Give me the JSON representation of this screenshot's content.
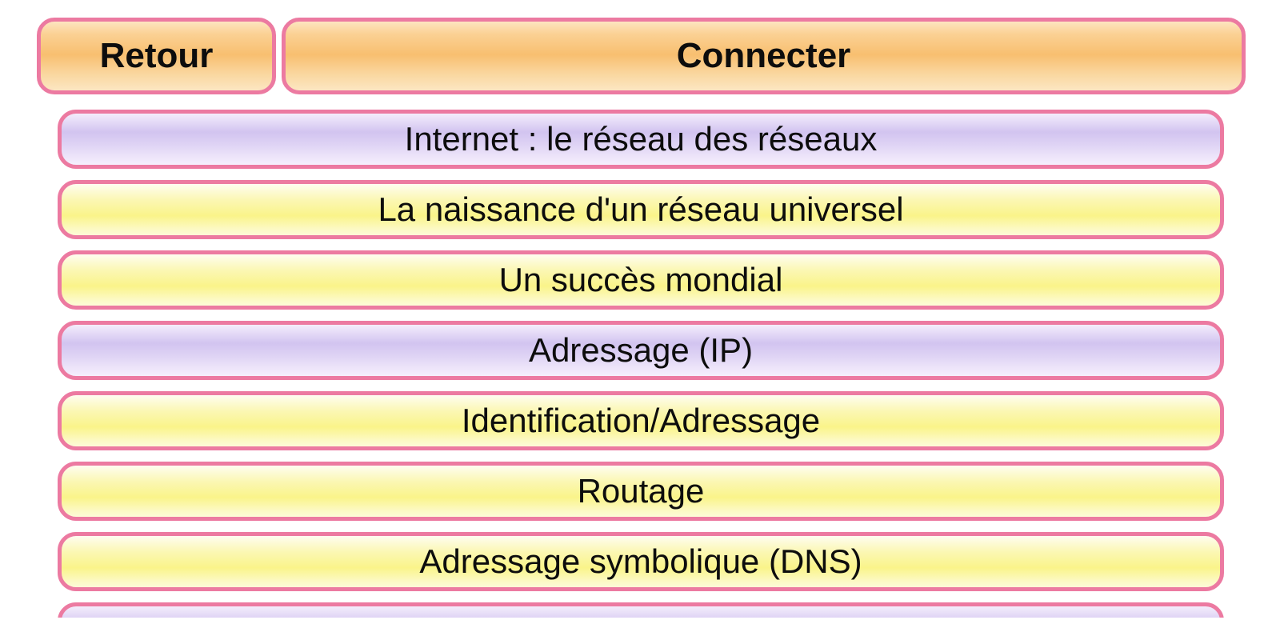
{
  "colors": {
    "border_pink": "#ec7aa1",
    "button_orange_mid": "#f8bf70",
    "item_purple_mid": "#d2c4f0",
    "item_yellow_mid": "#faf48a",
    "text": "#0d0d0d"
  },
  "toolbar": {
    "back_label": "Retour",
    "connect_label": "Connecter"
  },
  "menu": {
    "items": [
      {
        "label": "Internet : le réseau des réseaux",
        "variant": "purple"
      },
      {
        "label": "La naissance d'un réseau universel",
        "variant": "yellow"
      },
      {
        "label": "Un succès mondial",
        "variant": "yellow"
      },
      {
        "label": "Adressage (IP)",
        "variant": "purple"
      },
      {
        "label": "Identification/Adressage",
        "variant": "yellow"
      },
      {
        "label": "Routage",
        "variant": "yellow"
      },
      {
        "label": "Adressage symbolique (DNS)",
        "variant": "yellow"
      },
      {
        "label": "",
        "variant": "purple"
      }
    ]
  }
}
